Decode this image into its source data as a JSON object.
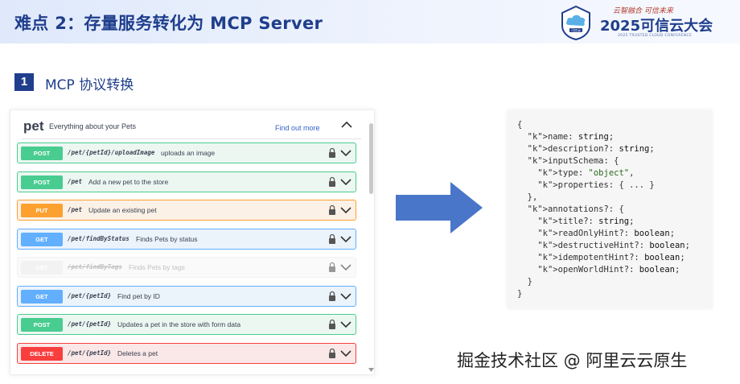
{
  "header": {
    "title": "难点 2：存量服务转化为 MCP Server",
    "conference_slogan": "云智融合 可信未来",
    "conference_title": "2025可信云大会",
    "conference_subtitle": "2025 TRUSTED CLOUD CONFERENCE",
    "logo_text": "可信云"
  },
  "section": {
    "number": "1",
    "title": "MCP 协议转换"
  },
  "swagger": {
    "tag": {
      "name": "pet",
      "description": "Everything about your Pets",
      "link_label": "Find out more"
    },
    "operations": [
      {
        "method": "POST",
        "path": "/pet/{petId}/uploadImage",
        "summary": "uploads an image",
        "kind": "post"
      },
      {
        "method": "POST",
        "path": "/pet",
        "summary": "Add a new pet to the store",
        "kind": "post"
      },
      {
        "method": "PUT",
        "path": "/pet",
        "summary": "Update an existing pet",
        "kind": "put"
      },
      {
        "method": "GET",
        "path": "/pet/findByStatus",
        "summary": "Finds Pets by status",
        "kind": "get"
      },
      {
        "method": "GET",
        "path": "/pet/findByTags",
        "summary": "Finds Pets by tags",
        "kind": "dep"
      },
      {
        "method": "GET",
        "path": "/pet/{petId}",
        "summary": "Find pet by ID",
        "kind": "get"
      },
      {
        "method": "POST",
        "path": "/pet/{petId}",
        "summary": "Updates a pet in the store with form data",
        "kind": "post"
      },
      {
        "method": "DELETE",
        "path": "/pet/{petId}",
        "summary": "Deletes a pet",
        "kind": "delete"
      }
    ]
  },
  "code": {
    "lines": [
      "{",
      "  name: string;",
      "  description?: string;",
      "  inputSchema: {",
      "    type: \"object\",",
      "    properties: { ... }",
      "  },",
      "  annotations?: {",
      "    title?: string;",
      "    readOnlyHint?: boolean;",
      "    destructiveHint?: boolean;",
      "    idempotentHint?: boolean;",
      "    openWorldHint?: boolean;",
      "  }",
      "}"
    ]
  },
  "watermark": "掘金技术社区 @ 阿里云云原生",
  "colors": {
    "accent": "#1f3e8c",
    "post": "#49cc90",
    "put": "#fca130",
    "get": "#61affe",
    "delete": "#f93e3e",
    "arrow": "#4a76c9"
  }
}
